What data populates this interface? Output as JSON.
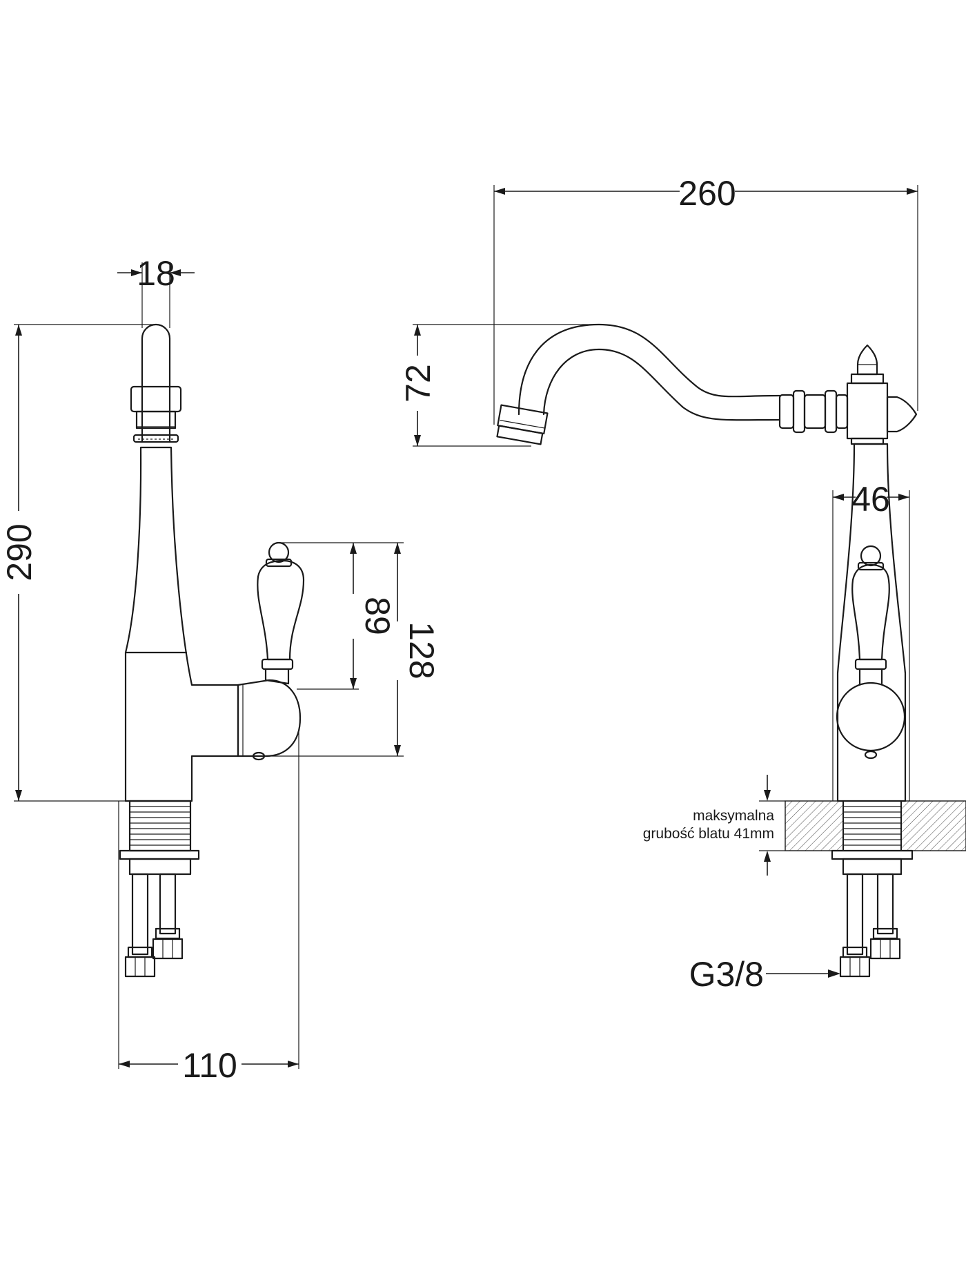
{
  "dimensions": {
    "spout_width": "18",
    "total_height": "290",
    "base_width": "110",
    "handle_height": "89",
    "handle_total": "128",
    "reach": "260",
    "spout_height": "72",
    "body_width": "46"
  },
  "note": {
    "line1": "maksymalna",
    "line2": "grubość blatu 41mm"
  },
  "connection": "G3/8",
  "colors": {
    "line": "#1a1a1a",
    "background": "#ffffff"
  }
}
